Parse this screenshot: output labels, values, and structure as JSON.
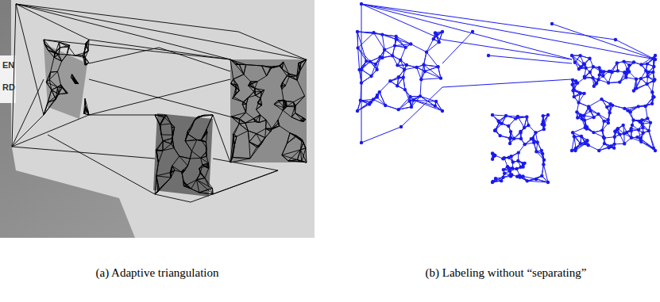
{
  "diagram": {
    "labels": [
      "EN",
      "RD",
      "(a) Adaptive triangulation",
      "(b) Labeling without “separating”"
    ]
  }
}
